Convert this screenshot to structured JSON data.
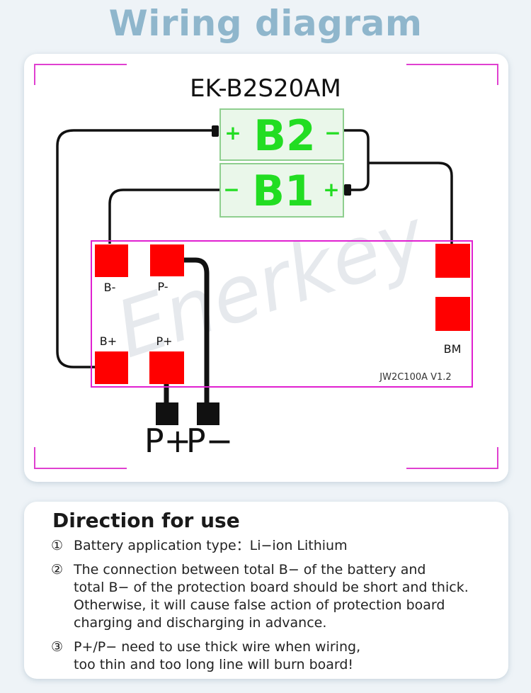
{
  "page": {
    "title": "Wiring diagram"
  },
  "diagram": {
    "model": "EK-B2S20AM",
    "watermark": "Enerkey",
    "board_label": "JW2C100A V1.2",
    "colors": {
      "frame": "#e040d0",
      "board_border": "#e020d0",
      "pad": "#ff0000",
      "cell_fill": "#eaf7ea",
      "cell_border": "#8fcf8f",
      "cell_text": "#22dd22",
      "wire": "#111111",
      "watermark": "#c8d0d8"
    },
    "cells": [
      {
        "name": "B2",
        "left_symbol": "+",
        "right_symbol": "−"
      },
      {
        "name": "B1",
        "left_symbol": "−",
        "right_symbol": "+"
      }
    ],
    "pads": [
      {
        "label": "B-"
      },
      {
        "label": "P-"
      },
      {
        "label": "B+"
      },
      {
        "label": "P+"
      },
      {
        "label": ""
      },
      {
        "label": "BM"
      }
    ],
    "outputs": [
      {
        "label": "P+"
      },
      {
        "label": "P−"
      }
    ]
  },
  "direction": {
    "title": "Direction  for  use",
    "items": [
      {
        "num": "①",
        "text": "Battery  application  type：Li−ion  Lithium"
      },
      {
        "num": "②",
        "text": "The  connection  between  total  B−  of  the  battery  and\ntotal  B−  of  the  protection  board  should  be  short  and  thick.\nOtherwise,  it  will  cause  false  action  of  protection  board\ncharging  and  discharging  in  advance."
      },
      {
        "num": "③",
        "text": "P+/P−  need  to  use  thick  wire  when  wiring,\ntoo  thin  and  too  long  line  will  burn  board!"
      }
    ]
  }
}
